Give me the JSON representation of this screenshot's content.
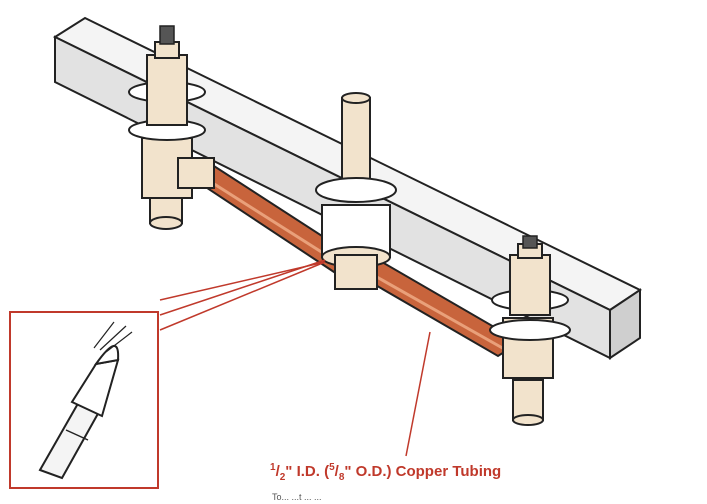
{
  "callout": {
    "size_num": "1",
    "size_den": "2",
    "id_text": "\" I.D. (",
    "od_num": "5",
    "od_den": "8",
    "od_text": "\" O.D.) Copper Tubing"
  },
  "fine_print": "To... ...t ... ...",
  "colors": {
    "accent": "#c0392b",
    "copper": "#c8643c",
    "brass": "#f2e3cc",
    "board": "#e6e6e6",
    "outline": "#222222"
  },
  "icons": {
    "torch": "torch-flame-icon"
  }
}
